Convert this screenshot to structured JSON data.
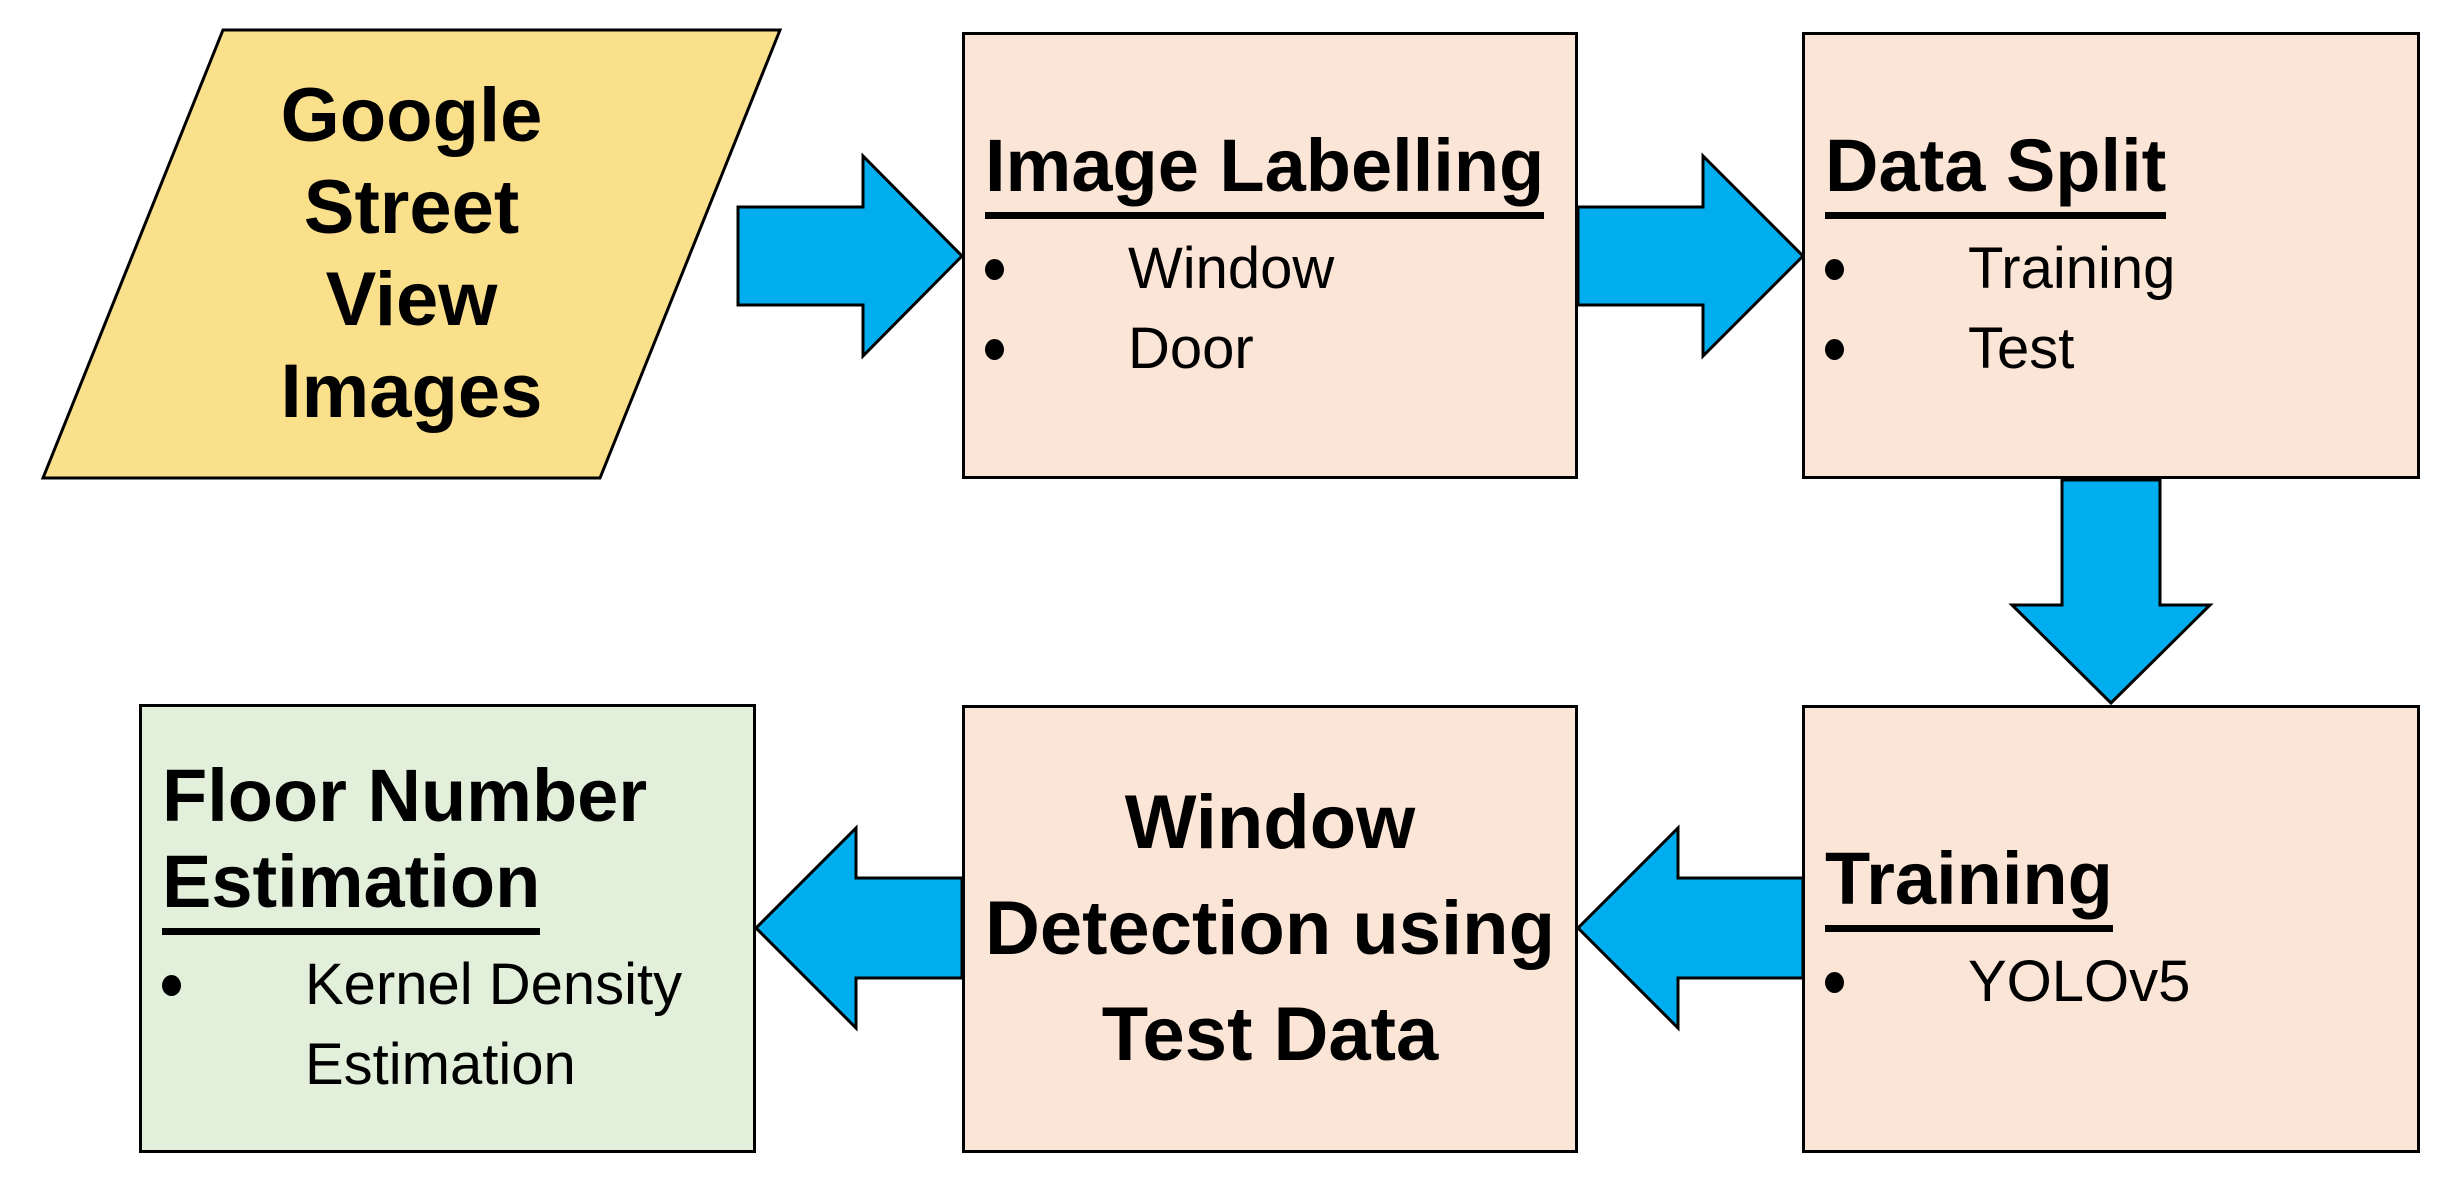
{
  "diagram": {
    "type": "flowchart",
    "colors": {
      "arrow_fill": "#00AEEF",
      "process_fill": "#FBE5D6",
      "input_fill": "#FBE08C",
      "output_fill": "#E2EFDA",
      "outline": "#000000",
      "text": "#000000"
    },
    "nodes": {
      "source": {
        "shape": "parallelogram",
        "lines": [
          "Google",
          "Street",
          "View",
          "Images"
        ]
      },
      "labelling": {
        "title": "Image Labelling",
        "bullets": [
          "Window",
          "Door"
        ]
      },
      "split": {
        "title": "Data Split",
        "bullets": [
          "Training",
          "Test"
        ]
      },
      "training": {
        "title": "Training",
        "bullets": [
          "YOLOv5"
        ]
      },
      "detection": {
        "lines": [
          "Window",
          "Detection using",
          "Test Data"
        ]
      },
      "estimation": {
        "title_plain": "Floor Number",
        "title_underlined": "Estimation",
        "bullets": [
          "Kernel Density Estimation"
        ]
      }
    }
  }
}
